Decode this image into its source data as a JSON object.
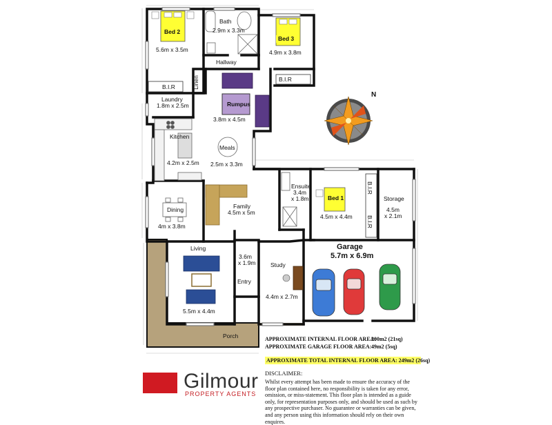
{
  "rooms": {
    "bed2": {
      "name": "Bed 2",
      "size": "5.6m x 3.5m"
    },
    "bath": {
      "name": "Bath",
      "size": "2.9m x 3.3m"
    },
    "bed3": {
      "name": "Bed 3",
      "size": "4.9m x 3.8m"
    },
    "bir_left": {
      "name": "B.I.R"
    },
    "bir_right": {
      "name": "B.I.R"
    },
    "linen": {
      "name": "Linen"
    },
    "hallway": {
      "name": "Hallway"
    },
    "laundry": {
      "name": "Laundry",
      "size": "1.8m x 2.5m"
    },
    "rumpus": {
      "name": "Rumpus",
      "size": "3.8m x 4.5m"
    },
    "kitchen": {
      "name": "Kitchen",
      "size": "4.2m x 2.5m"
    },
    "meals": {
      "name": "Meals",
      "size": "2.5m x 3.3m"
    },
    "dining": {
      "name": "Dining",
      "size": "4m x 3.8m"
    },
    "family": {
      "name": "Family",
      "size": "4.5m x 5m"
    },
    "ensuite": {
      "name": "Ensuite",
      "size_line1": "3.4m",
      "size_line2": "x 1.8m"
    },
    "bed1": {
      "name": "Bed 1",
      "size": "4.5m x 4.4m"
    },
    "bir_bed1_top": {
      "name": "B.I.R"
    },
    "bir_bed1_bottom": {
      "name": "B.I.R"
    },
    "storage": {
      "name": "Storage",
      "size_line1": "4.5m",
      "size_line2": "x 2.1m"
    },
    "garage": {
      "name": "Garage",
      "size": "5.7m x 6.9m"
    },
    "living": {
      "name": "Living",
      "size": "5.5m x 4.4m"
    },
    "entry": {
      "name": "Entry",
      "size_line1": "3.6m",
      "size_line2": "x 1.9m"
    },
    "study": {
      "name": "Study",
      "size": "4.4m x 2.7m"
    },
    "porch": {
      "name": "Porch"
    }
  },
  "areas": {
    "internal_label": "APPROXIMATE INTERNAL FLOOR AREA:",
    "internal_value": "200m2 (21sq)",
    "garage_label": "APPROXIMATE GARAGE FLOOR AREA:",
    "garage_value": "49m2 (5sq)",
    "total": "APPROXIMATE TOTAL INTERNAL FLOOR AREA: 249m2 (26sq)"
  },
  "disclaimer": {
    "heading": "DISCLAIMER:",
    "text": "Whilst every attempt has been made to ensure the accuracy of the floor plan contained here, no responsibility is taken for any error, omission, or miss-statement. This floor plan is intended as a guide only, for representation purposes only, and should be used as such by any prospective purchaser. No guarantee or warranties can be given, and any person using this information should rely on their own enquires."
  },
  "logo": {
    "name": "Gilmour",
    "tagline": "PROPERTY AGENTS"
  },
  "compass": {
    "north_label": "N"
  },
  "colors": {
    "wall": "#111111",
    "bed_highlight": "#ffff33",
    "porch": "#b6a27c",
    "sofa_purple": "#5a3a86",
    "sofa_blue": "#2b4e96",
    "sofa_tan": "#c6a45a",
    "car_blue": "#3d7bd6",
    "car_red": "#e03a3a",
    "car_green": "#2e9a4a",
    "logo_red": "#d01a22",
    "total_highlight": "#ffff66"
  }
}
